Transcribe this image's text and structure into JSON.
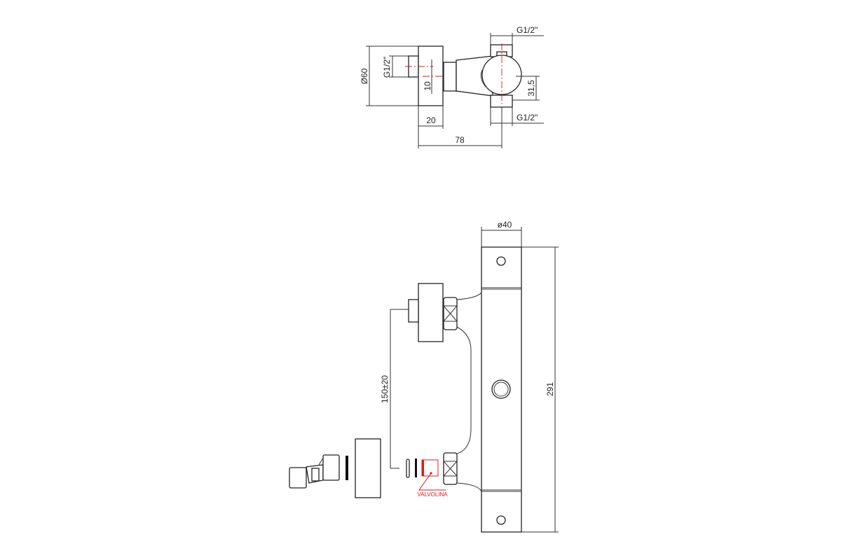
{
  "top_view": {
    "dim_inlet_diameter": "Ø60",
    "dim_inlet_thread": "G1/2\"",
    "dim_offset": "10",
    "dim_flange_depth": "20",
    "dim_total_depth": "78",
    "dim_outlet_top_thread": "G1/2\"",
    "dim_outlet_bottom_thread": "G1/2\"",
    "dim_outlet_offset": "31,5"
  },
  "front_view": {
    "dim_body_diameter": "ø40",
    "dim_body_length": "291",
    "dim_inlet_spacing": "150±20",
    "valve_label": "VALVOLINA"
  },
  "colors": {
    "line": "#333333",
    "centerline": "#e01818"
  }
}
